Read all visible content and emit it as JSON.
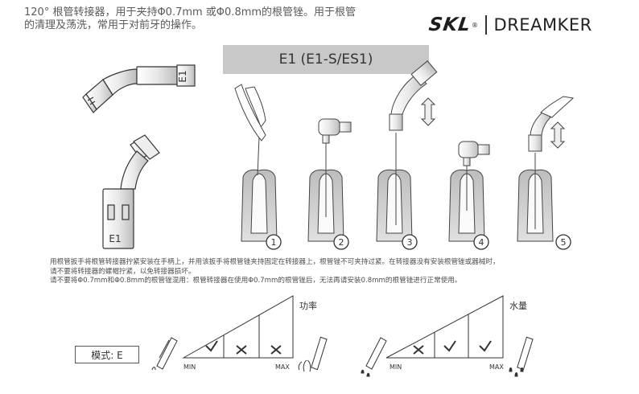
{
  "header": {
    "intro_line1": "120° 根管转接器，用于夹持Φ0.7mm 或Φ0.8mm的根管锉。用于根管",
    "intro_line2": "的清理及荡洗，常用于对前牙的操作。",
    "brand_skl": "SKL",
    "brand_name": "DREAMKER"
  },
  "title": "E1 (E1-S/ES1)",
  "adapter_labels": {
    "top": "E1",
    "bottom": "E1"
  },
  "steps": [
    "1",
    "2",
    "3",
    "4",
    "5"
  ],
  "body": {
    "line1": "用根管扳手将根管转接器拧紧安装在手柄上，并用该扳手将根管锉夹持固定在转接器上，根管锉不可夹持过紧。在转接器没有安装根管锉或器械时，",
    "line2": "请不要将转接器的螺帽拧紧，以免转接器损坏。",
    "line3": "请不要将Φ0.7mm和Φ0.8mm的根管锉混用：根管转接器在使用Φ0.7mm的根管锉后，无法再请安装0.8mm的根管锉进行正常使用。"
  },
  "mode": {
    "label": "模式: E"
  },
  "power_chart": {
    "title": "功率",
    "min": "MIN",
    "max": "MAX",
    "cells": [
      "ok",
      "no",
      "no"
    ]
  },
  "water_chart": {
    "title": "水量",
    "min": "MIN",
    "max": "MAX",
    "cells": [
      "no",
      "ok",
      "ok"
    ]
  }
}
